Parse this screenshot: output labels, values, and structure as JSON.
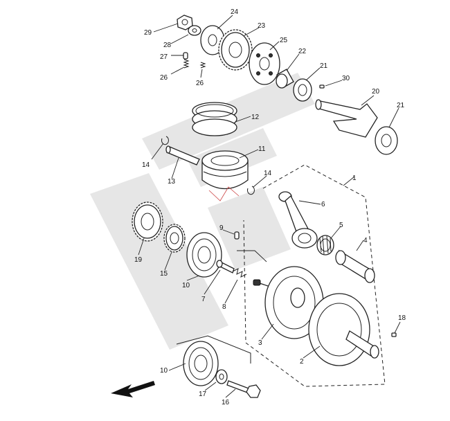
{
  "callouts": {
    "n1": "1",
    "n2": "2",
    "n3": "3",
    "n4": "4",
    "n5": "5",
    "n6": "6",
    "n7": "7",
    "n8": "8",
    "n9": "9",
    "n10a": "10",
    "n10b": "10",
    "n11": "11",
    "n12": "12",
    "n13": "13",
    "n14a": "14",
    "n14b": "14",
    "n15": "15",
    "n16": "16",
    "n17": "17",
    "n18": "18",
    "n19": "19",
    "n20": "20",
    "n21a": "21",
    "n21b": "21",
    "n22": "22",
    "n23": "23",
    "n24": "24",
    "n25": "25",
    "n26a": "26",
    "n26b": "26",
    "n27": "27",
    "n28": "28",
    "n29": "29",
    "n30": "30"
  },
  "colors": {
    "line": "#222222",
    "watermark": "#e6e6e6",
    "background": "#ffffff"
  },
  "icons": {
    "direction": "arrow-left-down-icon"
  }
}
